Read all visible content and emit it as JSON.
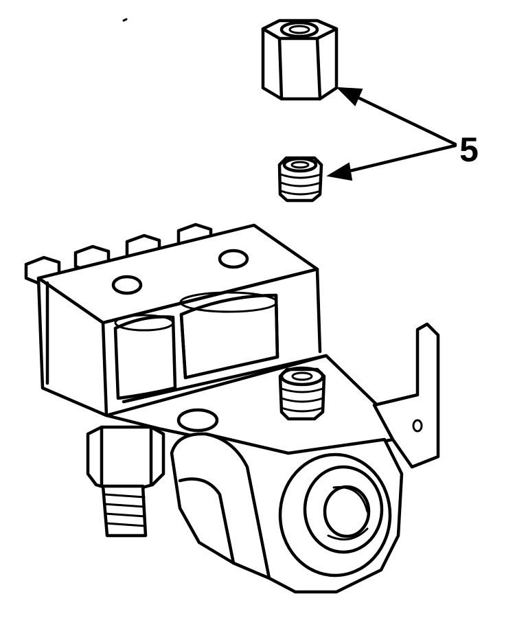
{
  "callout": {
    "label": "5",
    "targets": [
      "hex-nut",
      "compression-sleeve"
    ]
  },
  "colors": {
    "ink": "#000000",
    "paper": "#ffffff"
  }
}
